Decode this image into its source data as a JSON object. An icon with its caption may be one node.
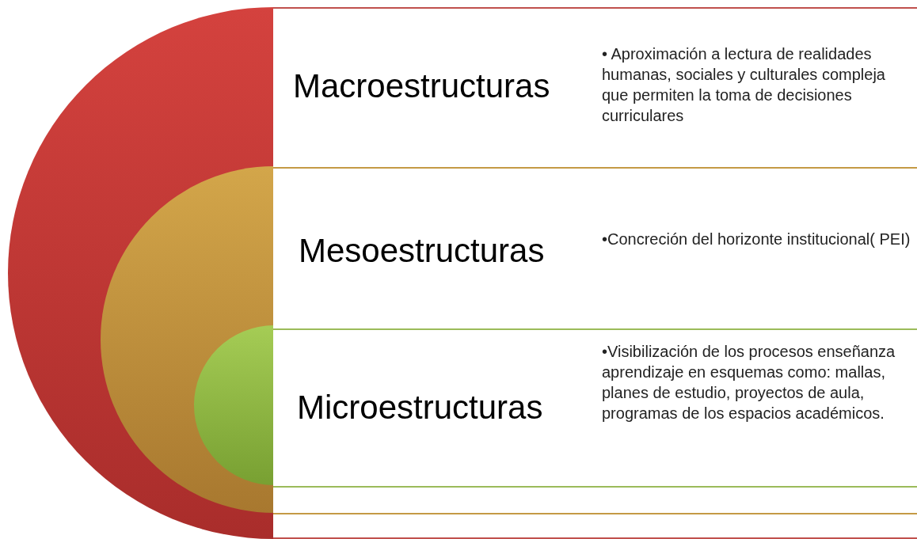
{
  "diagram": {
    "nodes": [
      {
        "text": [
          "Macroestructuras",
          "• Aproximación a lectura de realidades  humanas, sociales y culturales compleja que permiten la toma de decisiones curriculares"
        ]
      },
      {
        "text": [
          "Mesoestructuras",
          "•Concreción del horizonte institucional( PEI)"
        ],
        "in": 0
      },
      {
        "text": [
          "Microestructuras",
          "•Visibilización de los procesos enseñanza aprendizaje en esquemas como: mallas, planes de estudio, proyectos de aula, programas de los espacios académicos."
        ],
        "in": 1
      }
    ]
  }
}
